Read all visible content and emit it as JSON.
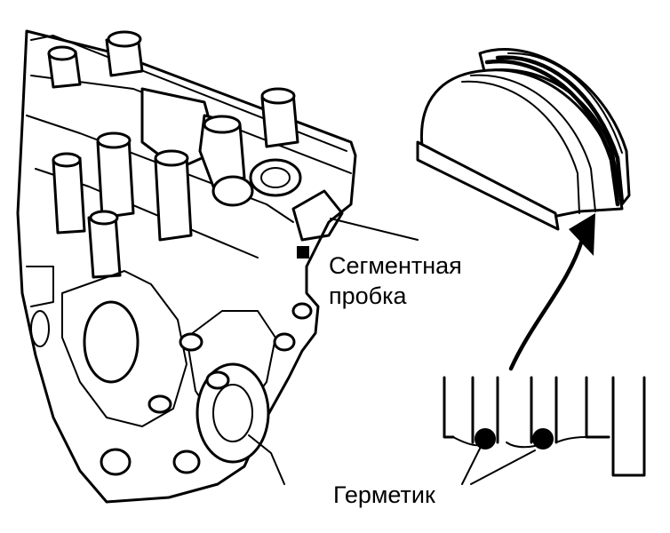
{
  "labels": {
    "plug_line1": "Сегментная",
    "plug_line2": "пробка",
    "sealant": "Герметик"
  },
  "colors": {
    "ink": "#000000",
    "paper": "#ffffff"
  }
}
